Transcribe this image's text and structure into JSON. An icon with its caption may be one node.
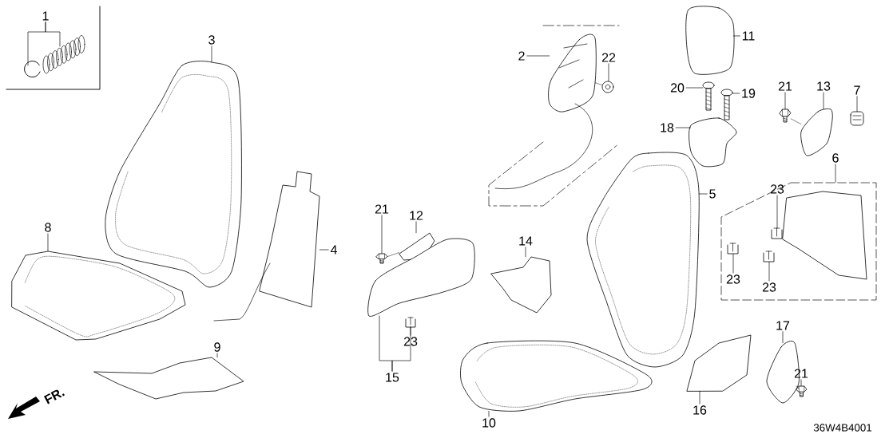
{
  "diagram": {
    "nodes": [
      {
        "text": [
          "1"
        ]
      },
      {
        "text": [],
        "shape": "picture"
      },
      {
        "text": [],
        "shape": "picture"
      },
      {
        "text": [
          "3"
        ]
      },
      {
        "text": [],
        "shape": "picture"
      },
      {
        "text": [
          "8"
        ]
      },
      {
        "text": [],
        "shape": "picture"
      },
      {
        "text": [
          "4"
        ]
      },
      {
        "text": [],
        "shape": "picture"
      },
      {
        "text": [
          "9"
        ]
      },
      {
        "text": [],
        "shape": "picture"
      },
      {
        "text": [
          "21"
        ]
      },
      {
        "text": [],
        "shape": "picture"
      },
      {
        "text": [
          "12"
        ]
      },
      {
        "text": [],
        "shape": "picture"
      },
      {
        "text": [
          "15"
        ]
      },
      {
        "text": [],
        "shape": "picture"
      },
      {
        "text": [
          "23"
        ]
      },
      {
        "text": [],
        "shape": "picture"
      },
      {
        "text": [
          "14"
        ]
      },
      {
        "text": [],
        "shape": "picture"
      },
      {
        "text": [
          "2"
        ]
      },
      {
        "text": [],
        "shape": "picture"
      },
      {
        "text": [
          "22"
        ]
      },
      {
        "text": [],
        "shape": "picture"
      },
      {
        "text": [
          "11"
        ]
      },
      {
        "text": [],
        "shape": "picture"
      },
      {
        "text": [
          "20"
        ]
      },
      {
        "text": [],
        "shape": "picture"
      },
      {
        "text": [
          "19"
        ]
      },
      {
        "text": [],
        "shape": "picture"
      },
      {
        "text": [
          "18"
        ]
      },
      {
        "text": [],
        "shape": "picture"
      },
      {
        "text": [
          "21"
        ]
      },
      {
        "text": [],
        "shape": "picture"
      },
      {
        "text": [
          "13"
        ]
      },
      {
        "text": [],
        "shape": "picture"
      },
      {
        "text": [
          "7"
        ]
      },
      {
        "text": [],
        "shape": "picture"
      },
      {
        "text": [
          "6"
        ]
      },
      {
        "text": [],
        "shape": "box"
      },
      {
        "text": [
          "23"
        ],
        "in": 40
      },
      {
        "text": [],
        "shape": "picture",
        "in": 40
      },
      {
        "text": [
          "23"
        ],
        "in": 40
      },
      {
        "text": [],
        "shape": "picture",
        "in": 40
      },
      {
        "text": [
          "23"
        ],
        "in": 40
      },
      {
        "text": [],
        "shape": "picture",
        "in": 40
      },
      {
        "text": [],
        "shape": "picture",
        "in": 40
      },
      {
        "text": [
          "5"
        ]
      },
      {
        "text": [],
        "shape": "picture"
      },
      {
        "text": [
          "10"
        ]
      },
      {
        "text": [],
        "shape": "picture"
      },
      {
        "text": [
          "16"
        ]
      },
      {
        "text": [],
        "shape": "picture"
      },
      {
        "text": [
          "17"
        ]
      },
      {
        "text": [],
        "shape": "picture"
      },
      {
        "text": [
          "21"
        ]
      },
      {
        "text": [],
        "shape": "picture"
      }
    ],
    "edges": [
      {
        "from": 0,
        "to": 1,
        "arrow": "none"
      },
      {
        "from": 0,
        "to": 2,
        "arrow": "none"
      },
      {
        "from": 3,
        "to": 4,
        "arrow": "none"
      },
      {
        "from": 5,
        "to": 6,
        "arrow": "none"
      },
      {
        "from": 7,
        "to": 8,
        "arrow": "none"
      },
      {
        "from": 9,
        "to": 10,
        "arrow": "none"
      },
      {
        "from": 11,
        "to": 12,
        "arrow": "none"
      },
      {
        "from": 13,
        "to": 14,
        "arrow": "none"
      },
      {
        "from": 15,
        "to": 16,
        "arrow": "none"
      },
      {
        "from": 15,
        "to": 18,
        "arrow": "none"
      },
      {
        "from": 17,
        "to": 18,
        "arrow": "none"
      },
      {
        "from": 19,
        "to": 20,
        "arrow": "none"
      },
      {
        "from": 21,
        "to": 22,
        "arrow": "none"
      },
      {
        "from": 23,
        "to": 24,
        "arrow": "none"
      },
      {
        "from": 25,
        "to": 26,
        "arrow": "none"
      },
      {
        "from": 27,
        "to": 28,
        "arrow": "none"
      },
      {
        "from": 29,
        "to": 30,
        "arrow": "none"
      },
      {
        "from": 31,
        "to": 32,
        "arrow": "none"
      },
      {
        "from": 33,
        "to": 34,
        "arrow": "none"
      },
      {
        "from": 35,
        "to": 36,
        "arrow": "none"
      },
      {
        "from": 37,
        "to": 38,
        "arrow": "none"
      },
      {
        "from": 39,
        "to": 40,
        "arrow": "none"
      },
      {
        "from": 41,
        "to": 42,
        "arrow": "none"
      },
      {
        "from": 43,
        "to": 44,
        "arrow": "none"
      },
      {
        "from": 45,
        "to": 46,
        "arrow": "none"
      },
      {
        "from": 48,
        "to": 49,
        "arrow": "none"
      },
      {
        "from": 50,
        "to": 51,
        "arrow": "none"
      },
      {
        "from": 52,
        "to": 53,
        "arrow": "none"
      },
      {
        "from": 54,
        "to": 55,
        "arrow": "none"
      },
      {
        "from": 56,
        "to": 57,
        "arrow": "none"
      },
      {
        "from": 12,
        "to": 14,
        "arrow": "none"
      },
      {
        "from": 24,
        "to": 22,
        "arrow": "none"
      },
      {
        "from": 34,
        "to": 36,
        "arrow": "none"
      },
      {
        "from": 57,
        "to": 55,
        "arrow": "none"
      }
    ],
    "labels": [
      "FR.",
      "36W4B4001"
    ]
  }
}
